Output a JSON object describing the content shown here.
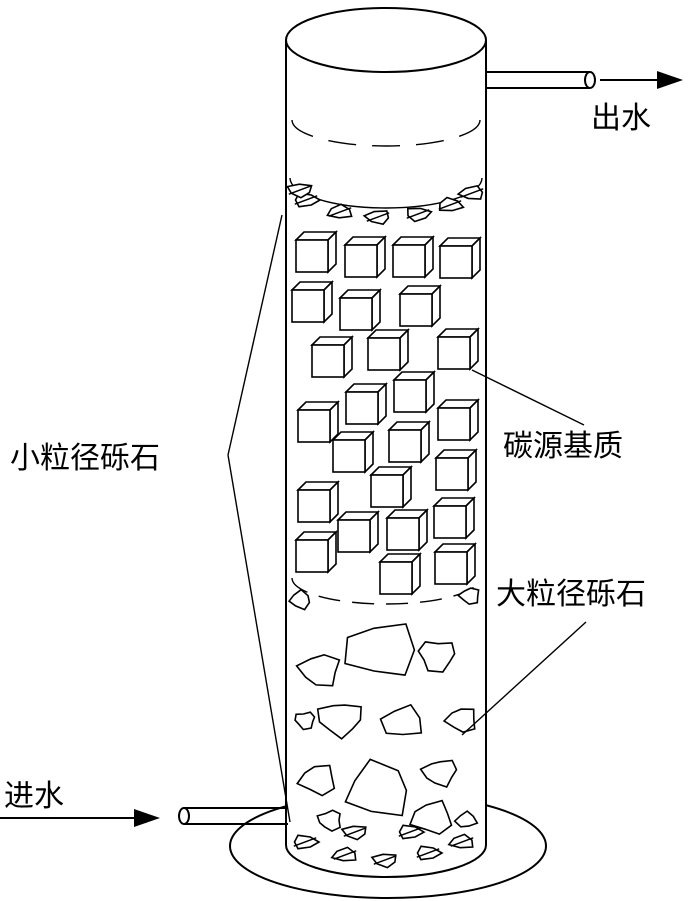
{
  "labels": {
    "outlet": "出水",
    "inlet": "进水",
    "small_gravel": "小粒径砾石",
    "carbon_matrix": "碳源基质",
    "large_gravel": "大粒径砾石"
  }
}
